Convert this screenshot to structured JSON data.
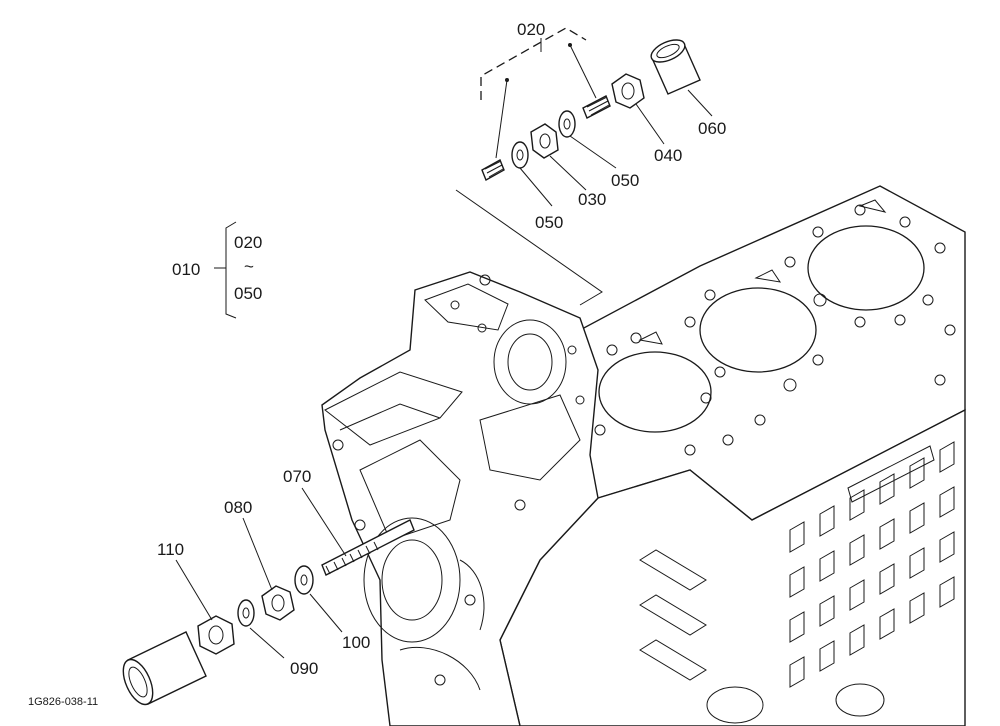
{
  "labels": {
    "p010": "010",
    "p020_top": "020",
    "p020_group": "020",
    "range_sym": "~",
    "p050_group": "050",
    "p030": "030",
    "p040": "040",
    "p050_a": "050",
    "p050_b": "050",
    "p060": "060",
    "p070": "070",
    "p080": "080",
    "p090": "090",
    "p100": "100",
    "p110": "110"
  },
  "figure_code": "1G826-038-11"
}
